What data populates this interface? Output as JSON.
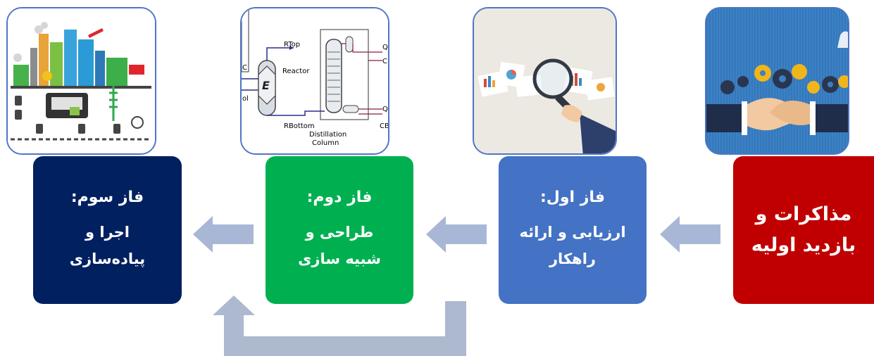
{
  "colors": {
    "start": "#c00000",
    "phase1": "#4472c4",
    "phase2": "#00b050",
    "phase3": "#002060",
    "arrow": "#a9b7d6",
    "thumb_border": "#4f76c4"
  },
  "boxes": {
    "start": {
      "body": "مذاکرات و بازدید اولیه"
    },
    "phase1": {
      "title": "فاز اول:",
      "body": "ارزیابی و ارائه راهکار"
    },
    "phase2": {
      "title": "فاز دوم:",
      "body": "طراحی و شبیه سازی"
    },
    "phase3": {
      "title": "فاز سوم:",
      "body": "اجرا و پیاده‌سازی"
    }
  },
  "pfd_labels": {
    "rtop": "RTop",
    "reactor": "Reactor",
    "rbottom": "RBottom",
    "distillation": "Distillation",
    "column": "Column",
    "q1": "Q",
    "c1": "C",
    "q2": "Q",
    "cb": "CB",
    "e": "E",
    "c_left": "C",
    "ol_left": "ol"
  },
  "icons": {
    "start": "handshake-gears-image",
    "phase1": "magnifier-charts-image",
    "phase2": "process-flow-diagram-image",
    "phase3": "industrial-plant-image"
  }
}
